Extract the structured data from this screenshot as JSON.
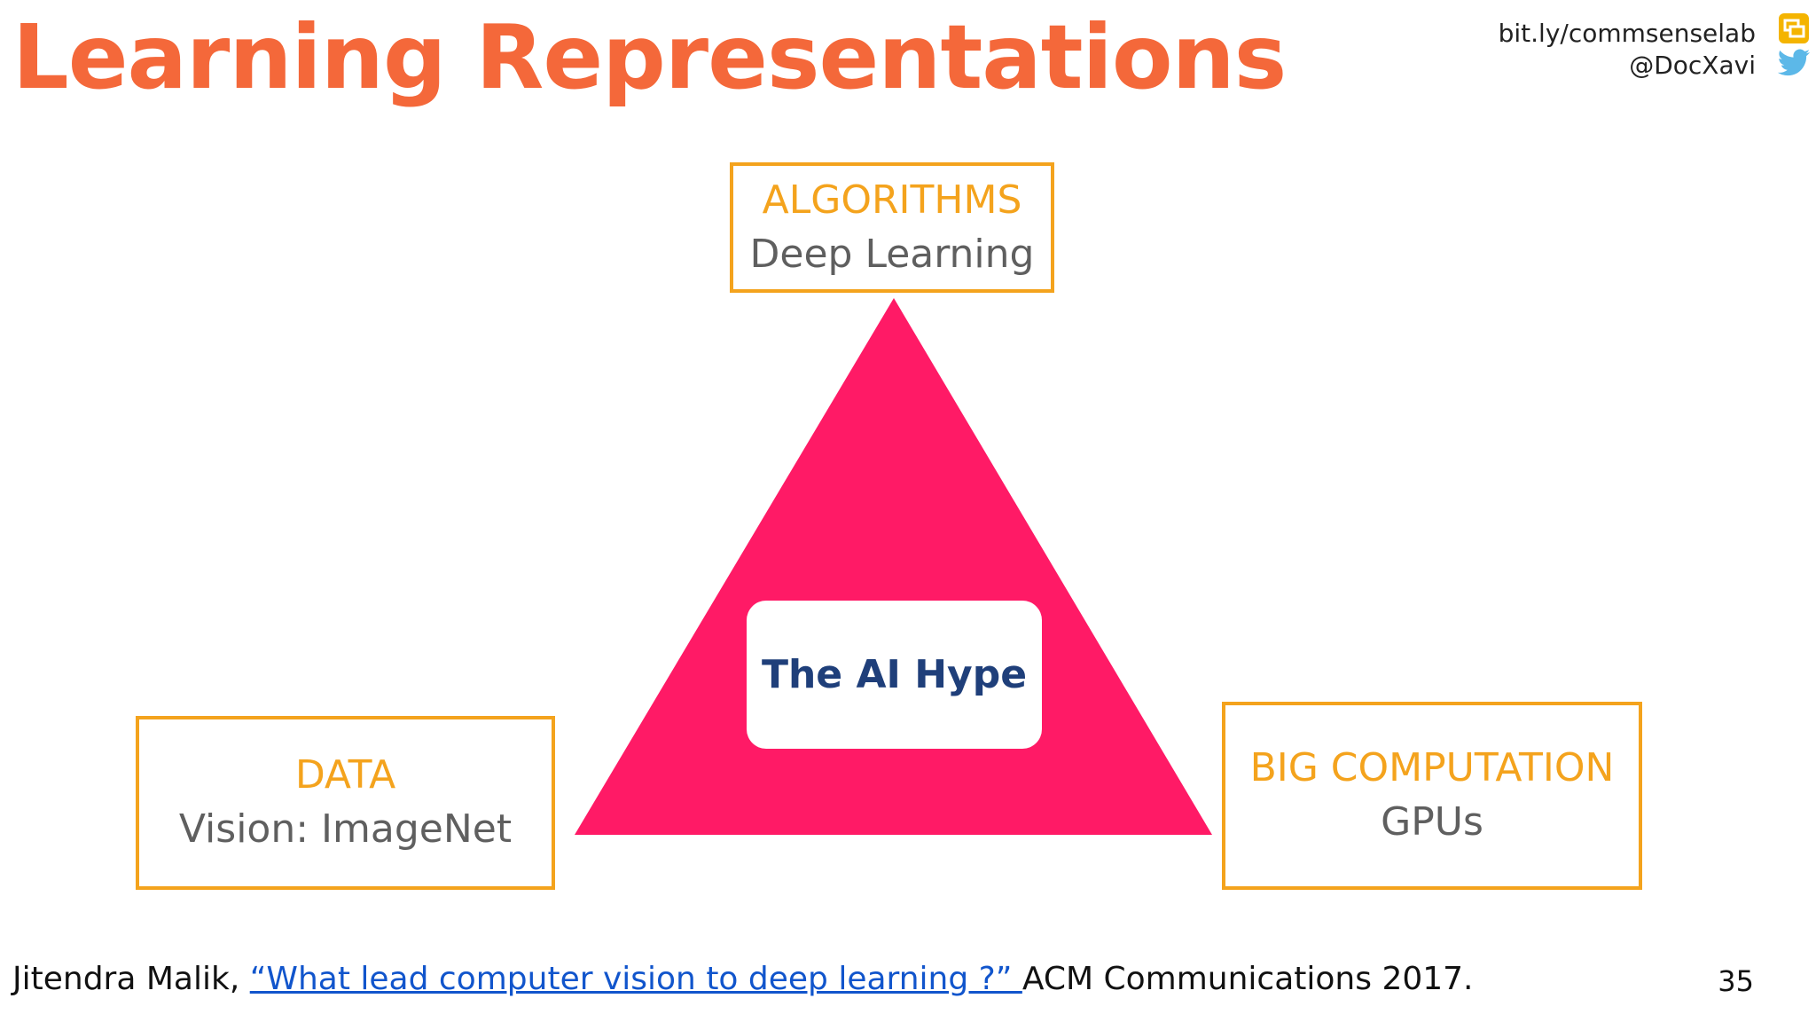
{
  "slide": {
    "title": "Learning Representations",
    "contact": {
      "url": "bit.ly/commsenselab",
      "handle": "@DocXavi"
    },
    "icons": {
      "top": "google-slides-icon",
      "bottom": "twitter-bird-icon"
    },
    "colors": {
      "title": "#f4683a",
      "box_border": "#f4a31d",
      "triangle": "#ff1a66",
      "hype_text": "#1f3f7a",
      "link": "#1155cc"
    },
    "diagram": {
      "center_label": "The AI Hype",
      "top": {
        "heading": "ALGORITHMS",
        "sub": "Deep Learning"
      },
      "left": {
        "heading": "DATA",
        "sub": "Vision: ImageNet"
      },
      "right": {
        "heading": "BIG COMPUTATION",
        "sub": "GPUs"
      }
    },
    "footer": {
      "author": "Jitendra Malik, ",
      "link_text": "“What lead computer vision to deep learning ?” ",
      "venue": "ACM Communications 2017."
    },
    "page_number": "35"
  }
}
